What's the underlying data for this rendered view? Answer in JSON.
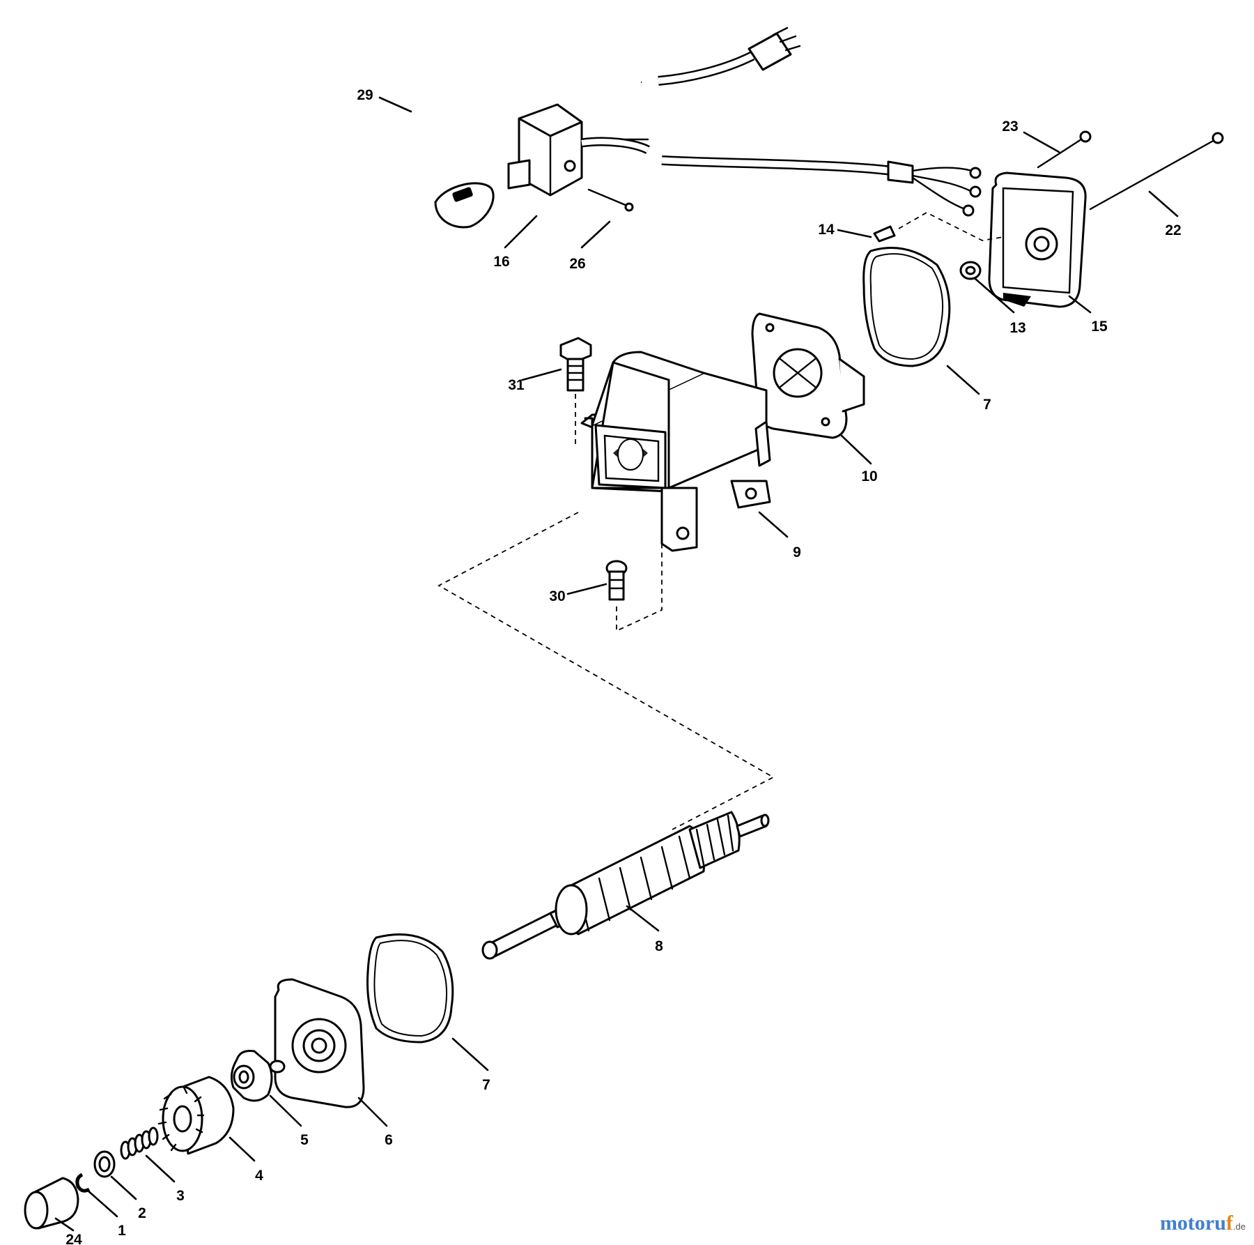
{
  "diagram": {
    "callouts": [
      "29",
      "16",
      "26",
      "23",
      "22",
      "14",
      "13",
      "15",
      "7",
      "10",
      "31",
      "9",
      "30",
      "8",
      "7",
      "6",
      "5",
      "4",
      "3",
      "2",
      "1",
      "24"
    ]
  },
  "watermark": {
    "main": "motoru",
    "accent": "f",
    "tld": ".de"
  },
  "colors": {
    "line": "#000000",
    "background": "#ffffff",
    "watermark_blue": "#3f7fcf",
    "watermark_orange": "#e08a1c"
  }
}
